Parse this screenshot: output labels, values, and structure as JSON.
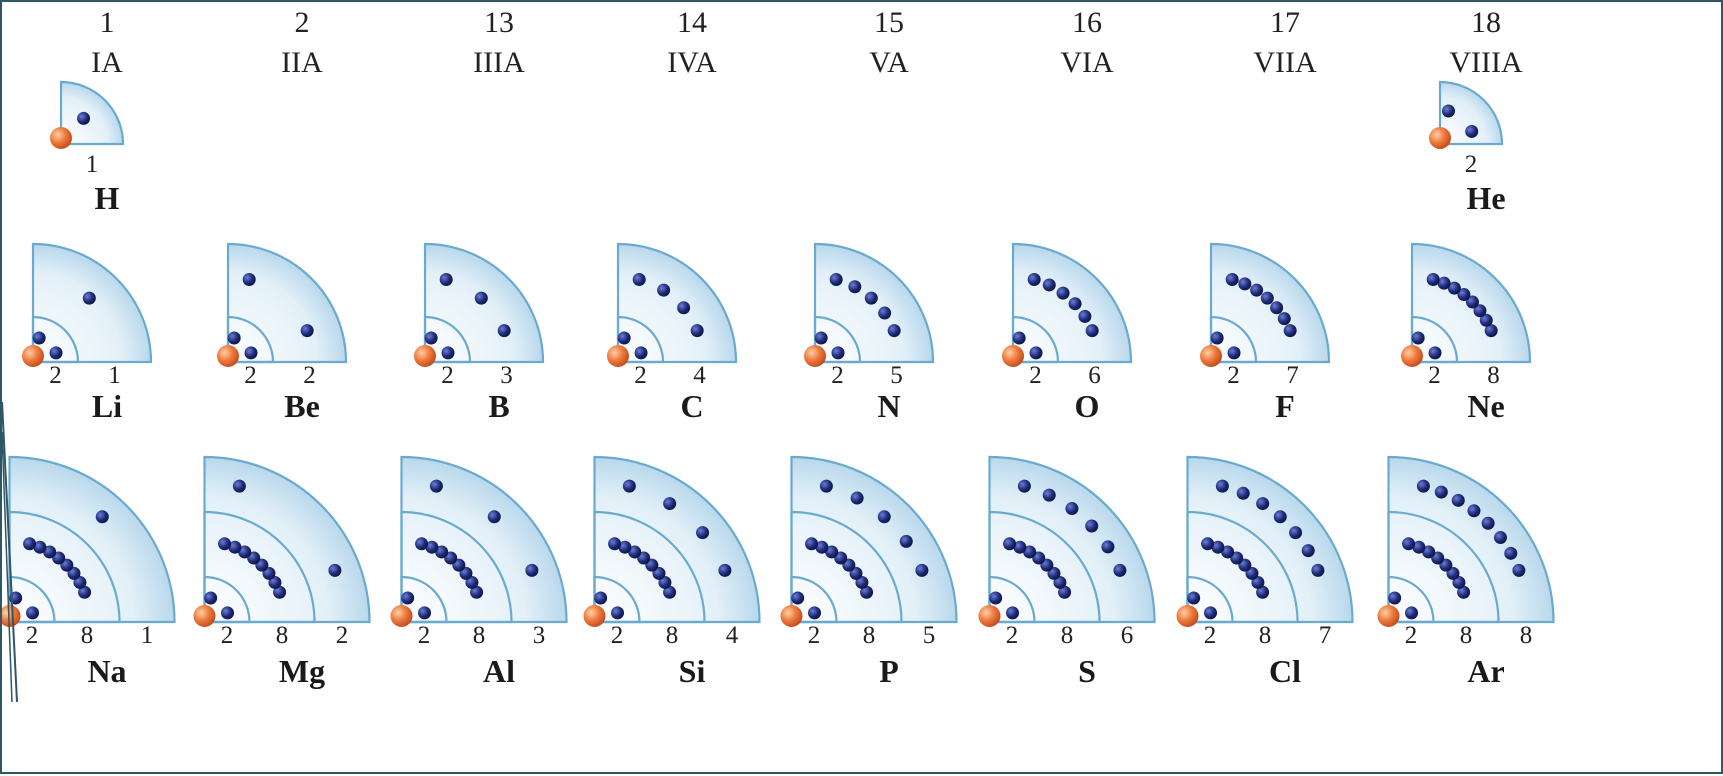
{
  "groups": [
    {
      "number": "1",
      "roman": "IA"
    },
    {
      "number": "2",
      "roman": "IIA"
    },
    {
      "number": "13",
      "roman": "IIIA"
    },
    {
      "number": "14",
      "roman": "IVA"
    },
    {
      "number": "15",
      "roman": "VA"
    },
    {
      "number": "16",
      "roman": "VIA"
    },
    {
      "number": "17",
      "roman": "VIIA"
    },
    {
      "number": "18",
      "roman": "VIIIA"
    }
  ],
  "periods": [
    [
      {
        "symbol": "H",
        "group": 0,
        "shells": [
          1
        ]
      },
      {
        "symbol": "He",
        "group": 7,
        "shells": [
          2
        ]
      }
    ],
    [
      {
        "symbol": "Li",
        "group": 0,
        "shells": [
          2,
          1
        ]
      },
      {
        "symbol": "Be",
        "group": 1,
        "shells": [
          2,
          2
        ]
      },
      {
        "symbol": "B",
        "group": 2,
        "shells": [
          2,
          3
        ]
      },
      {
        "symbol": "C",
        "group": 3,
        "shells": [
          2,
          4
        ]
      },
      {
        "symbol": "N",
        "group": 4,
        "shells": [
          2,
          5
        ]
      },
      {
        "symbol": "O",
        "group": 5,
        "shells": [
          2,
          6
        ]
      },
      {
        "symbol": "F",
        "group": 6,
        "shells": [
          2,
          7
        ]
      },
      {
        "symbol": "Ne",
        "group": 7,
        "shells": [
          2,
          8
        ]
      }
    ],
    [
      {
        "symbol": "Na",
        "group": 0,
        "shells": [
          2,
          8,
          1
        ]
      },
      {
        "symbol": "Mg",
        "group": 1,
        "shells": [
          2,
          8,
          2
        ]
      },
      {
        "symbol": "Al",
        "group": 2,
        "shells": [
          2,
          8,
          3
        ]
      },
      {
        "symbol": "Si",
        "group": 3,
        "shells": [
          2,
          8,
          4
        ]
      },
      {
        "symbol": "P",
        "group": 4,
        "shells": [
          2,
          8,
          5
        ]
      },
      {
        "symbol": "S",
        "group": 5,
        "shells": [
          2,
          8,
          6
        ]
      },
      {
        "symbol": "Cl",
        "group": 6,
        "shells": [
          2,
          8,
          7
        ]
      },
      {
        "symbol": "Ar",
        "group": 7,
        "shells": [
          2,
          8,
          8
        ]
      }
    ]
  ],
  "colors": {
    "nucleus": "#e8743a",
    "electron": "#1e2a78",
    "shell_fill": "#c9e2f1",
    "shell_edge": "#6aaad0",
    "border": "#2e5666"
  }
}
